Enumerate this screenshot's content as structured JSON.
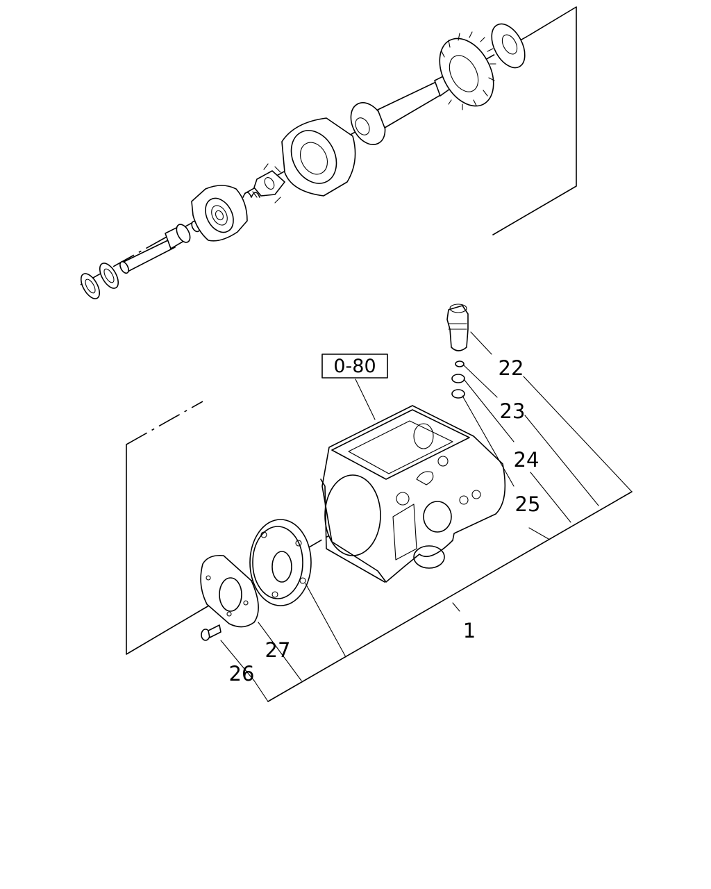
{
  "reference": {
    "label": "0-80"
  },
  "callouts": [
    {
      "id": "part-1",
      "label": "1"
    },
    {
      "id": "part-22",
      "label": "22"
    },
    {
      "id": "part-23",
      "label": "23"
    },
    {
      "id": "part-24",
      "label": "24"
    },
    {
      "id": "part-25",
      "label": "25"
    },
    {
      "id": "part-26",
      "label": "26"
    },
    {
      "id": "part-27",
      "label": "27"
    }
  ]
}
